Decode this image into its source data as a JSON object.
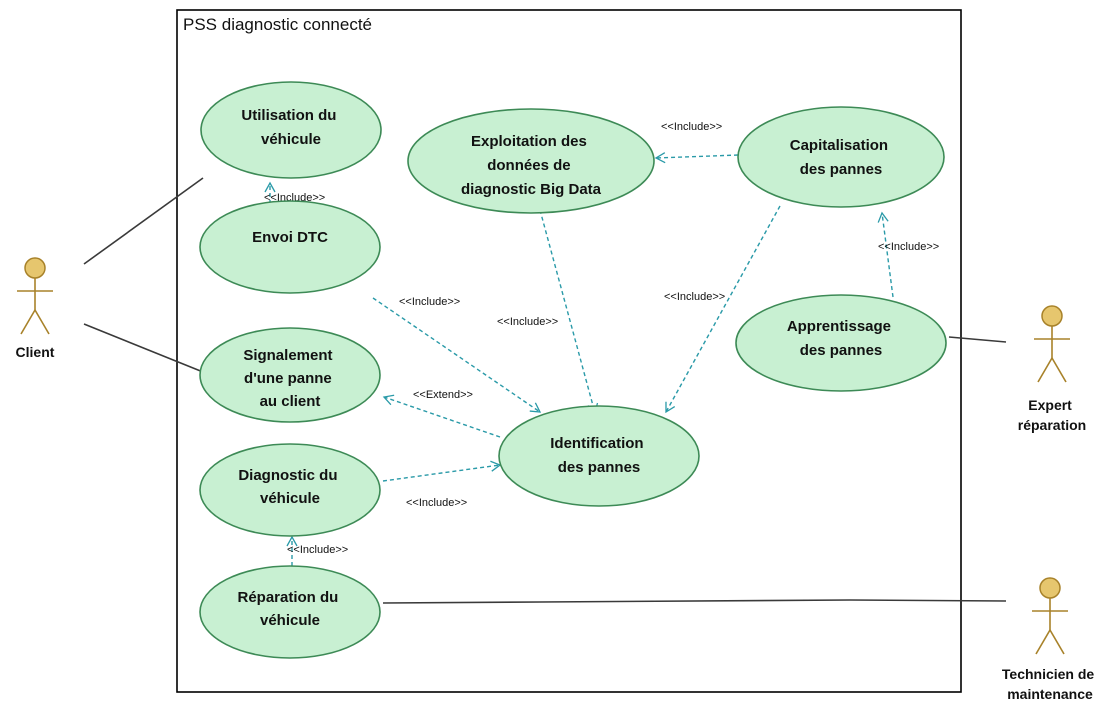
{
  "colors": {
    "usecase_fill": "#c8f0d2",
    "usecase_stroke": "#3d8a56",
    "dependency_line": "#2a9aa8",
    "association_line": "#3a3a3a",
    "actor_fill": "#e6c66e",
    "actor_stroke": "#a8822a"
  },
  "system": {
    "title": "PSS diagnostic connecté"
  },
  "actors": [
    {
      "id": "client",
      "lines": [
        "Client"
      ]
    },
    {
      "id": "expert",
      "lines": [
        "Expert",
        "réparation"
      ]
    },
    {
      "id": "technicien",
      "lines": [
        "Technicien de",
        "maintenance"
      ]
    }
  ],
  "use_cases": [
    {
      "id": "utilisation",
      "lines": [
        "Utilisation du",
        "véhicule"
      ]
    },
    {
      "id": "envoi_dtc",
      "lines": [
        "Envoi DTC"
      ]
    },
    {
      "id": "signalement",
      "lines": [
        "Signalement",
        "d'une panne",
        "au client"
      ]
    },
    {
      "id": "diagnostic",
      "lines": [
        "Diagnostic du",
        "véhicule"
      ]
    },
    {
      "id": "reparation",
      "lines": [
        "Réparation du",
        "véhicule"
      ]
    },
    {
      "id": "exploitation",
      "lines": [
        "Exploitation des",
        "données de",
        "diagnostic Big Data"
      ]
    },
    {
      "id": "capitalisation",
      "lines": [
        "Capitalisation",
        "des pannes"
      ]
    },
    {
      "id": "apprentissage",
      "lines": [
        "Apprentissage",
        "des pannes"
      ]
    },
    {
      "id": "identification",
      "lines": [
        "Identification",
        "des pannes"
      ]
    }
  ],
  "relations": [
    {
      "id": "r_envoi_utilisation",
      "from": "envoi_dtc",
      "to": "utilisation",
      "kind": "include",
      "label": "<<Include>>"
    },
    {
      "id": "r_capital_exploit",
      "from": "capitalisation",
      "to": "exploitation",
      "kind": "include",
      "label": "<<Include>>"
    },
    {
      "id": "r_appr_capital",
      "from": "apprentissage",
      "to": "capitalisation",
      "kind": "include",
      "label": "<<Include>>"
    },
    {
      "id": "r_capital_ident",
      "from": "capitalisation",
      "to": "identification",
      "kind": "include",
      "label": "<<Include>>"
    },
    {
      "id": "r_exploit_ident",
      "from": "exploitation",
      "to": "identification",
      "kind": "include",
      "label": "<<Include>>"
    },
    {
      "id": "r_envoi_ident",
      "from": "envoi_dtc",
      "to": "identification",
      "kind": "include",
      "label": "<<Include>>"
    },
    {
      "id": "r_ident_signal",
      "from": "identification",
      "to": "signalement",
      "kind": "extend",
      "label": "<<Extend>>"
    },
    {
      "id": "r_diag_ident",
      "from": "diagnostic",
      "to": "identification",
      "kind": "include",
      "label": "<<Include>>"
    },
    {
      "id": "r_repar_diag",
      "from": "reparation",
      "to": "diagnostic",
      "kind": "include",
      "label": "<<Include>>"
    }
  ],
  "associations": [
    {
      "id": "a_client_utilisation",
      "actor": "client",
      "use_case": "utilisation"
    },
    {
      "id": "a_client_signalement",
      "actor": "client",
      "use_case": "signalement"
    },
    {
      "id": "a_expert_apprentissage",
      "actor": "expert",
      "use_case": "apprentissage"
    },
    {
      "id": "a_technicien_reparation",
      "actor": "technicien",
      "use_case": "reparation"
    }
  ]
}
